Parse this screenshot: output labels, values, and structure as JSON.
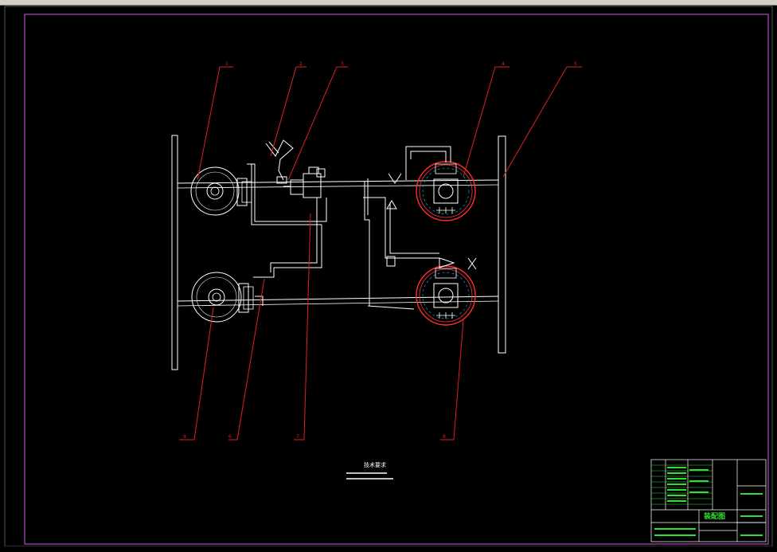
{
  "window": {
    "status_text": ""
  },
  "colors": {
    "background": "#000000",
    "frame": "#b04cc8",
    "linework": "#ffffff",
    "leader": "#e02020",
    "drum": "#ff3030",
    "label": "#30e030",
    "tick": "#00ffff"
  },
  "callouts": {
    "n1": "1",
    "n2": "2",
    "n3": "3",
    "n4": "4",
    "n5": "5",
    "n6": "6",
    "n7": "7",
    "n8": "8",
    "n9": "9"
  },
  "component_label": "",
  "tech_requirements": {
    "title": "技术要求",
    "line1": "",
    "line2": ""
  },
  "title_block": {
    "drawing_title": "装配图"
  },
  "icons": [
    "pedal-icon",
    "disc-brake-icon",
    "drum-brake-icon",
    "valve-icon",
    "arrow-icon",
    "cross-icon"
  ]
}
